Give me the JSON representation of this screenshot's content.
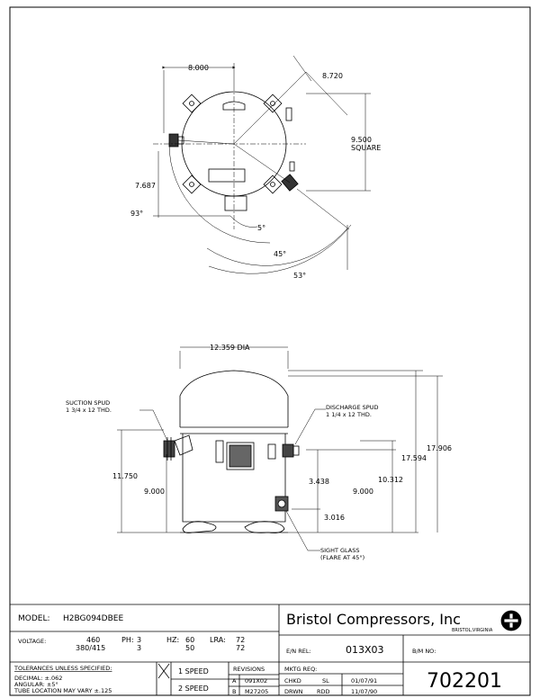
{
  "top_view": {
    "dim_width": "8.000",
    "dim_diag": "8.720",
    "dim_square_value": "9.500",
    "dim_square_label": "SQUARE",
    "dim_offset": "7.687",
    "angle_93": "93°",
    "angle_5": "5°",
    "angle_45": "45°",
    "angle_53": "53°"
  },
  "side_view": {
    "dia": "12.359 DIA",
    "suction_label_1": "SUCTION SPUD",
    "suction_label_2": "1 3/4 x 12 THD.",
    "discharge_label_1": "DISCHARGE SPUD",
    "discharge_label_2": "1 1/4 x 12 THD.",
    "h_11750": "11.750",
    "h_9000_left": "9.000",
    "h_3438": "3.438",
    "h_3016": "3.016",
    "h_9000_right": "9.000",
    "h_10312": "10.312",
    "h_17594": "17.594",
    "h_17906": "17.906",
    "sight_glass_1": "SIGHT GLASS",
    "sight_glass_2": "(FLARE AT 45°)"
  },
  "title_block": {
    "model_label": "MODEL:",
    "model_value": "H2BG094DBEE",
    "company": "Bristol Compressors, Inc",
    "company_location": "BRISTOL,VIRGINIA",
    "voltage_label": "VOLTAGE:",
    "voltage_1": "460",
    "voltage_2": "380/415",
    "ph_label": "PH:",
    "ph_1": "3",
    "ph_2": "3",
    "hz_label": "HZ:",
    "hz_1": "60",
    "hz_2": "50",
    "lra_label": "LRA:",
    "lra_1": "72",
    "lra_2": "72",
    "en_rel_label": "E/N REL:",
    "en_rel_value": "013X03",
    "bm_label": "B/M NO:",
    "bm_value": "702201",
    "tol_header": "TOLERANCES UNLESS SPECIFIED:",
    "tol_decimal": "DECIMAL: ±.062",
    "tol_angular": "ANGULAR: ±5°",
    "tol_tube": "TUBE LOCATION MAY VARY ±.125",
    "speed_1": "1 SPEED",
    "speed_2": "2 SPEED",
    "revisions_label": "REVISIONS",
    "rev_a_letter": "A",
    "rev_a_value": "091X02",
    "rev_b_letter": "B",
    "rev_b_value": "M27205",
    "mktg_label": "MKTG REQ:",
    "chkd_label": "CHKD",
    "chkd_initials": "SL",
    "chkd_date": "01/07/91",
    "drwn_label": "DRWN",
    "drwn_initials": "RDD",
    "drwn_date": "11/07/90"
  }
}
